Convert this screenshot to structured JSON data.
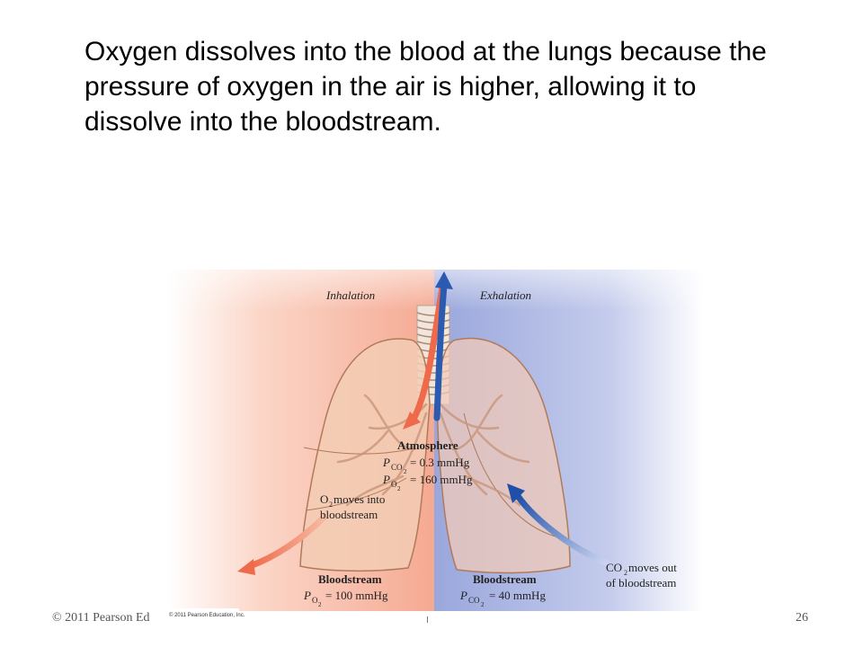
{
  "slide": {
    "body_text": "Oxygen dissolves into the blood at the lungs because the pressure of oxygen in the air is higher, allowing it to dissolve into the bloodstream."
  },
  "figure": {
    "inhalation_label": "Inhalation",
    "exhalation_label": "Exhalation",
    "atmosphere": {
      "title": "Atmosphere",
      "pco2_value": "= 0.3 mmHg",
      "po2_value": "= 160 mmHg"
    },
    "o2_moves_line1": "O",
    "o2_moves_line1_rest": " moves into",
    "o2_moves_line2": "bloodstream",
    "co2_moves_line1_rest": " moves out",
    "co2_moves_line2": "of bloodstream",
    "bloodstream_left": {
      "title": "Bloodstream",
      "po2_value": "= 100 mmHg"
    },
    "bloodstream_right": {
      "title": "Bloodstream",
      "pco2_value": "= 40 mmHg"
    },
    "colors": {
      "inhalation_bg": "#f5a992",
      "exhalation_bg": "#9aa7dc",
      "o2_arrow": "#ef6a4a",
      "co2_arrow": "#2a5bb0",
      "lung_fill": "#f3cdb4",
      "lung_outline": "#b07a5a"
    }
  },
  "footer": {
    "copyright": "© 2011 Pearson Ed",
    "page_number": "26",
    "credit": "© 2011 Pearson Education, Inc."
  }
}
